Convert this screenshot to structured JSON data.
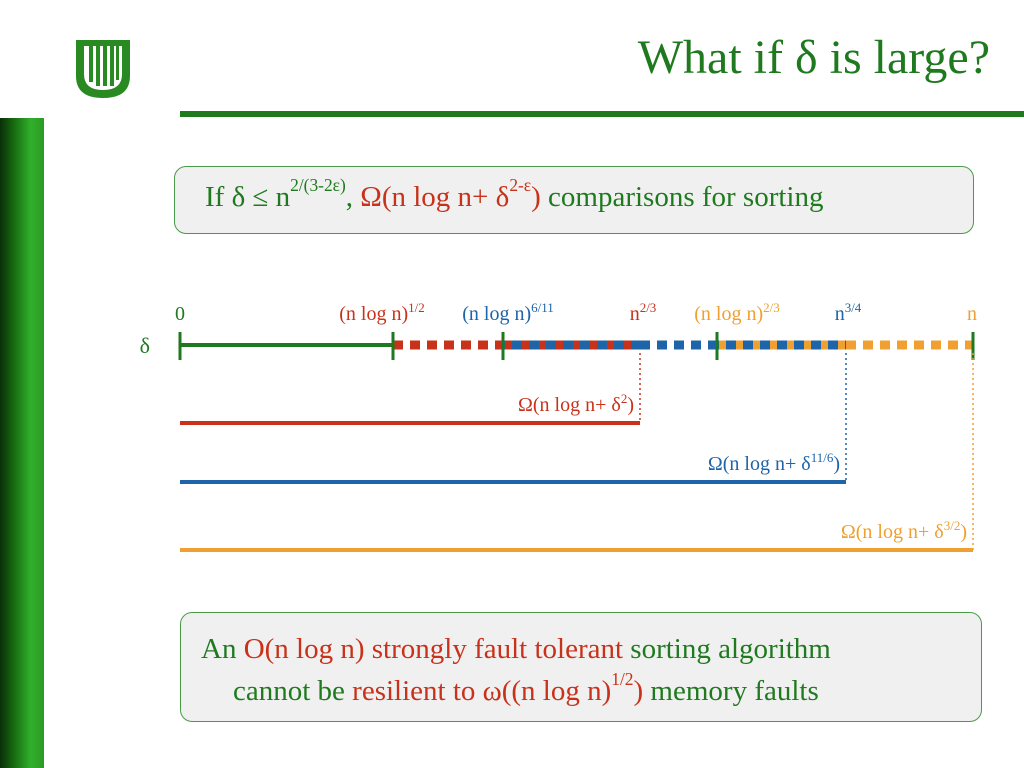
{
  "slide": {
    "title": "What if δ is large?",
    "colors": {
      "accent": "#1f7a1f",
      "red": "#c8321a",
      "blue": "#1e64a8",
      "orange": "#f0a030"
    }
  },
  "theorem_box": {
    "segments": [
      {
        "text": "If δ ≤ n",
        "sup": "2/(3-2ε)",
        "color": "green"
      },
      {
        "text": ", ",
        "color": "green"
      },
      {
        "text": "Ω(n log n+ δ",
        "sup": "2-ε",
        "color": "red"
      },
      {
        "text": ")",
        "color": "red"
      },
      {
        "text": " comparisons for sorting",
        "color": "green"
      }
    ]
  },
  "axis": {
    "variable": "δ",
    "ticks": [
      {
        "base": "0",
        "sup": "",
        "color": "green"
      },
      {
        "base": "(n log n)",
        "sup": "1/2",
        "color": "red"
      },
      {
        "base": "(n log n)",
        "sup": "6/11",
        "color": "blue"
      },
      {
        "base": "n",
        "sup": "2/3",
        "color": "red"
      },
      {
        "base": "(n log n)",
        "sup": "2/3",
        "color": "orange"
      },
      {
        "base": "n",
        "sup": "3/4",
        "color": "blue"
      },
      {
        "base": "n",
        "sup": "",
        "color": "orange"
      }
    ]
  },
  "bounds": [
    {
      "base": "Ω(n log n+ δ",
      "sup": "2",
      "close": ")",
      "color": "red"
    },
    {
      "base": "Ω(n log n+ δ",
      "sup": "11/6",
      "close": ")",
      "color": "blue"
    },
    {
      "base": "Ω(n log n+ δ",
      "sup": "3/2",
      "close": ")",
      "color": "orange"
    }
  ],
  "conclusion_box": {
    "line1": [
      {
        "text": "An ",
        "color": "green"
      },
      {
        "text": "O(n log n) strongly fault tolerant",
        "color": "red"
      },
      {
        "text": " sorting algorithm",
        "color": "green"
      }
    ],
    "line2": [
      {
        "text": "cannot be ",
        "color": "green"
      },
      {
        "text": "resilient to ω((n log n)",
        "sup": "1/2",
        "color": "red"
      },
      {
        "text": ")",
        "color": "red"
      },
      {
        "text": " memory faults",
        "color": "green"
      }
    ]
  }
}
